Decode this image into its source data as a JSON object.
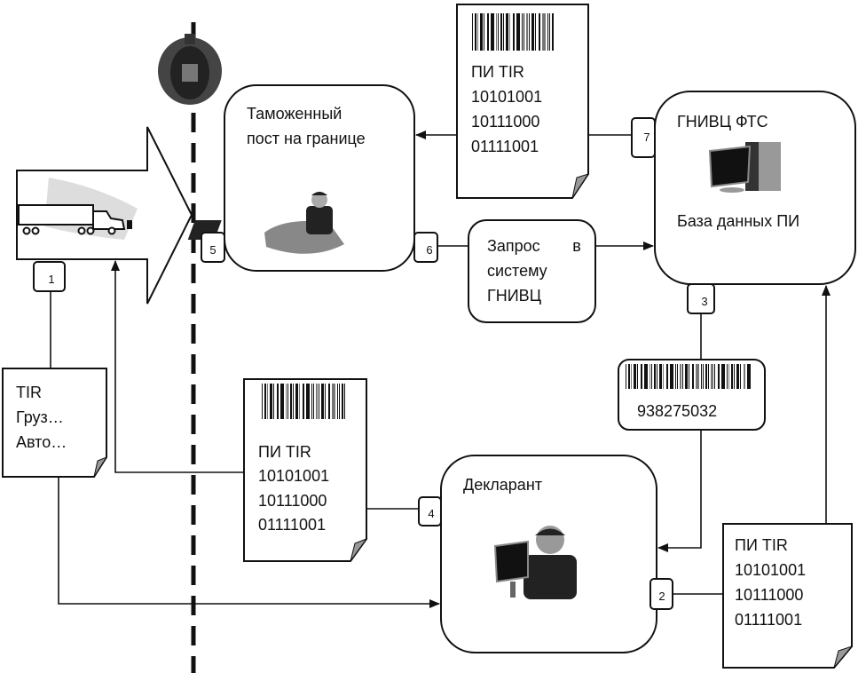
{
  "customs_post": {
    "line1": "Таможенный",
    "line2": "пост на границе"
  },
  "database": {
    "title": "ГНИВЦ ФТС",
    "subtitle": "База данных ПИ"
  },
  "request": {
    "line1": "Запрос",
    "line1b": "в",
    "line2": "систему",
    "line3": "ГНИВЦ"
  },
  "declarant": {
    "title": "Декларант"
  },
  "doc_top": {
    "lines": [
      "ПИ TIR",
      "10101001",
      "10111000",
      "01111001"
    ]
  },
  "doc_middle": {
    "lines": [
      "ПИ TIR",
      "10101001",
      "10111000",
      "01111001"
    ]
  },
  "doc_right": {
    "lines": [
      "ПИ TIR",
      "10101001",
      "10111000",
      "01111001"
    ]
  },
  "doc_tir": {
    "lines": [
      "TIR",
      "Груз…",
      "Авто…"
    ]
  },
  "barcode_card": {
    "number": "938275032"
  },
  "steps": [
    "1",
    "2",
    "3",
    "4",
    "5",
    "6",
    "7"
  ],
  "icons": [
    "russian-emblem-icon",
    "truck-icon",
    "customs-officer-icon",
    "computer-icon",
    "declarant-icon",
    "barcode-icon"
  ]
}
